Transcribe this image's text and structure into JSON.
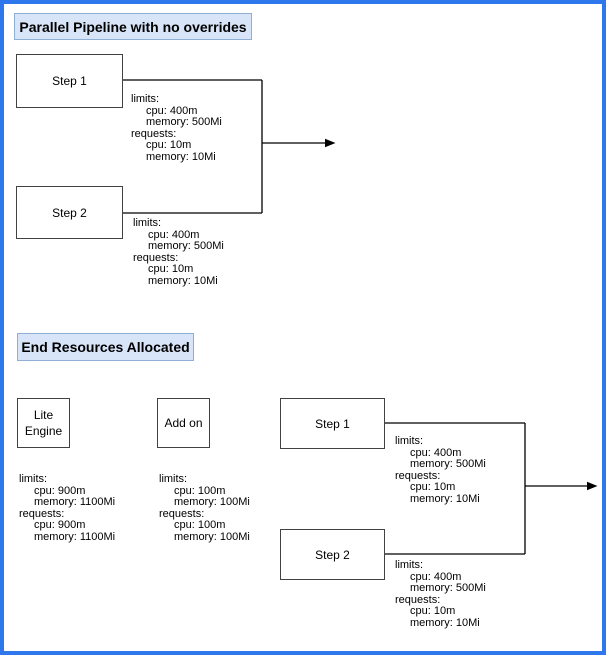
{
  "colors": {
    "frame_border": "#2e77ed",
    "title_fill": "#d8e5f8",
    "title_border": "#8fafd4",
    "box_border": "#424242",
    "connector": "#000000"
  },
  "top_section": {
    "title": "Parallel Pipeline with no overrides",
    "step1": {
      "label": "Step 1"
    },
    "step2": {
      "label": "Step 2"
    },
    "step1_resources": {
      "lines": [
        "limits:",
        "cpu: 400m",
        "memory: 500Mi",
        "requests:",
        "cpu: 10m",
        "memory: 10Mi"
      ]
    },
    "step2_resources": {
      "lines": [
        "limits:",
        "cpu: 400m",
        "memory: 500Mi",
        "requests:",
        "cpu: 10m",
        "memory: 10Mi"
      ]
    }
  },
  "bottom_section": {
    "title": "End Resources Allocated",
    "lite_engine": {
      "label_line1": "Lite",
      "label_line2": "Engine"
    },
    "addon": {
      "label": "Add on"
    },
    "step1": {
      "label": "Step 1"
    },
    "step2": {
      "label": "Step 2"
    },
    "lite_engine_resources": {
      "lines": [
        "limits:",
        "cpu: 900m",
        "memory: 1100Mi",
        "requests:",
        "cpu: 900m",
        "memory: 1100Mi"
      ]
    },
    "addon_resources": {
      "lines": [
        "limits:",
        "cpu: 100m",
        "memory: 100Mi",
        "requests:",
        "cpu: 100m",
        "memory: 100Mi"
      ]
    },
    "step1_resources": {
      "lines": [
        "limits:",
        "cpu: 400m",
        "memory: 500Mi",
        "requests:",
        "cpu: 10m",
        "memory: 10Mi"
      ]
    },
    "step2_resources": {
      "lines": [
        "limits:",
        "cpu: 400m",
        "memory: 500Mi",
        "requests:",
        "cpu: 10m",
        "memory: 10Mi"
      ]
    }
  }
}
